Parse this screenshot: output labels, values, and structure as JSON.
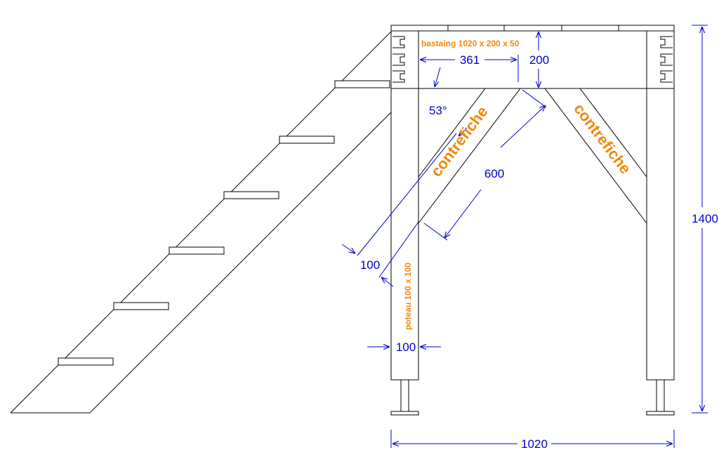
{
  "labels": {
    "bastaing": "bastaing 1020 x 200 x 50",
    "contrefiche_left": "contrefiche",
    "contrefiche_right": "contrefiche",
    "poteau": "poteau 100 x 100"
  },
  "dimensions": {
    "d361": "361",
    "d200": "200",
    "angle": "53°",
    "d600": "600",
    "d100_diag": "100",
    "d100_post": "100",
    "d1400": "1400",
    "d1020": "1020"
  },
  "colors": {
    "dimension": "#0000cc",
    "label": "#f0880a",
    "structure": "#000000"
  }
}
